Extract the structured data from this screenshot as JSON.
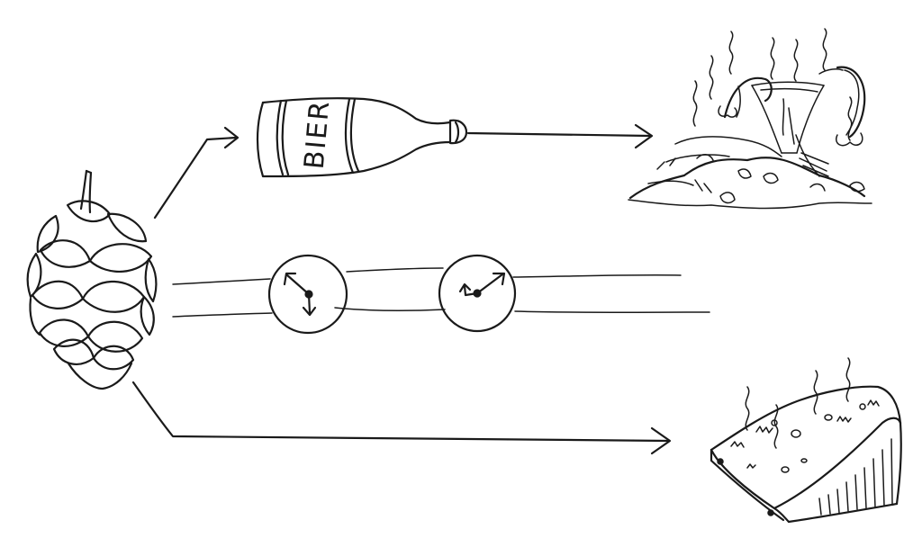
{
  "bottle": {
    "label": "BIER"
  },
  "clocks": [
    {
      "name": "clock-early"
    },
    {
      "name": "clock-later"
    }
  ],
  "outcomes": [
    "spilled-beer-mess",
    "moldy-cheese-wedge"
  ],
  "colors": {
    "ink": "#1a1a1a",
    "background": "#ffffff"
  }
}
